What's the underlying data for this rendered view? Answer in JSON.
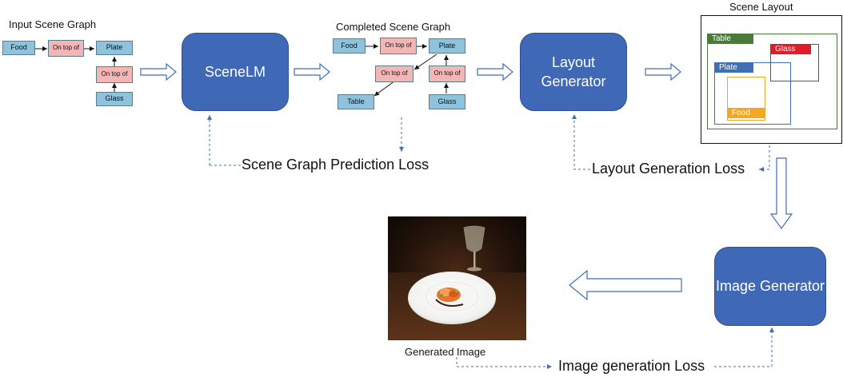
{
  "input_graph": {
    "title": "Input Scene Graph",
    "food": "Food",
    "rel1": "On top of",
    "plate": "Plate",
    "rel2": "On top of",
    "glass": "Glass"
  },
  "scenelm": {
    "label": "SceneLM"
  },
  "completed_graph": {
    "title": "Completed Scene Graph",
    "food": "Food",
    "rel1": "On top of",
    "plate": "Plate",
    "rel_table": "On top of",
    "rel_glass": "On top of",
    "table": "Table",
    "glass": "Glass"
  },
  "layout_generator": {
    "label": "Layout Generator"
  },
  "scene_layout": {
    "title": "Scene Layout",
    "table": "Table",
    "glass": "Glass",
    "plate": "Plate",
    "food": "Food",
    "colors": {
      "table": "#4a7a3a",
      "glass": "#e01c2a",
      "plate": "#3f6fb5",
      "food": "#f5a623"
    }
  },
  "image_generator": {
    "label": "Image Generator"
  },
  "generated_image": {
    "caption": "Generated Image"
  },
  "losses": {
    "scene_graph": "Scene Graph Prediction Loss",
    "layout": "Layout Generation Loss",
    "image": "Image generation Loss"
  },
  "colors": {
    "box": "#3f68b7",
    "object_node": "#8fc3dd",
    "relation_node": "#f2b6b6",
    "dashed": "#3f6fb5"
  }
}
